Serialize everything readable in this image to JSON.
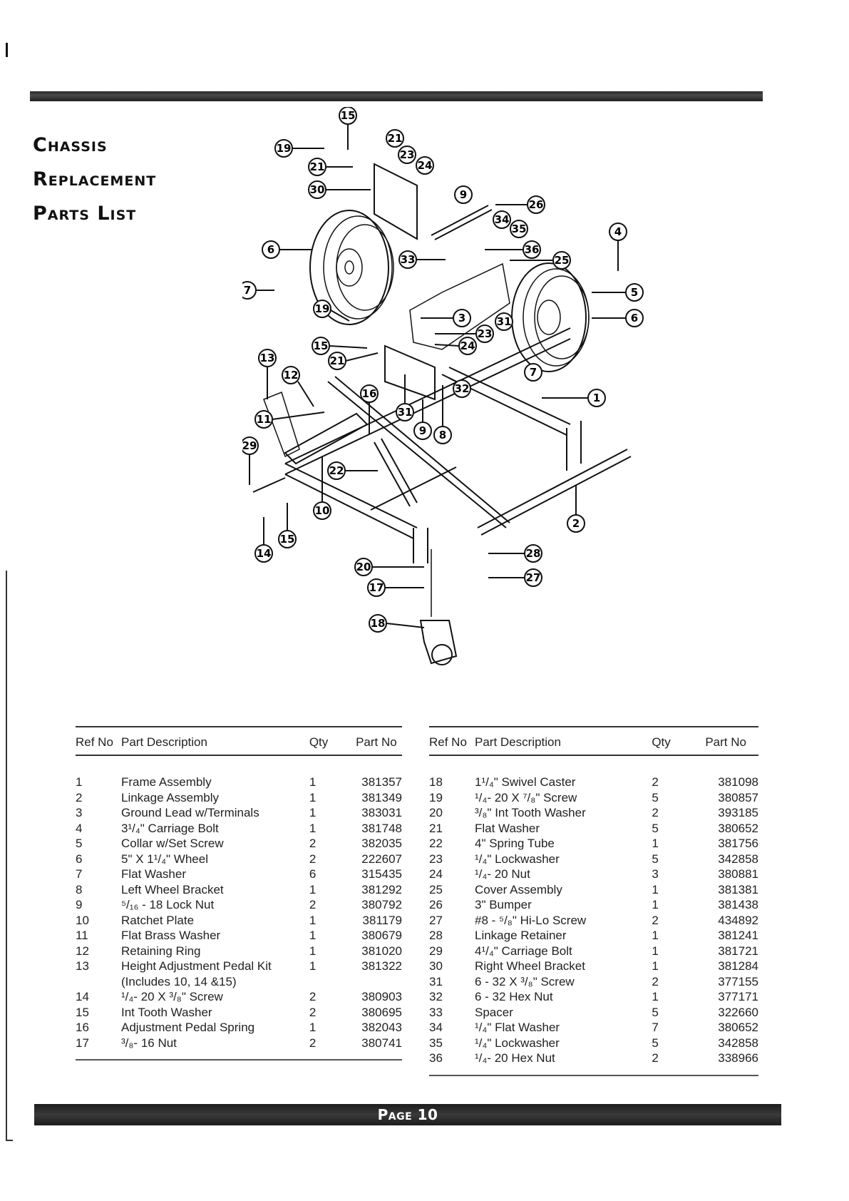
{
  "title": {
    "line1": "Chassis",
    "line2": "Replacement",
    "line3": "Parts List"
  },
  "table": {
    "headers": {
      "ref": "Ref No",
      "desc": "Part Description",
      "qty": "Qty",
      "part": "Part No"
    },
    "left_rows": [
      {
        "ref": "1",
        "desc": "Frame Assembly",
        "qty": "1",
        "part": "381357"
      },
      {
        "ref": "2",
        "desc": "Linkage Assembly",
        "qty": "1",
        "part": "381349"
      },
      {
        "ref": "3",
        "desc": "Ground Lead w/Terminals",
        "qty": "1",
        "part": "383031"
      },
      {
        "ref": "4",
        "desc": "3¹/₄\" Carriage Bolt",
        "qty": "1",
        "part": "381748"
      },
      {
        "ref": "5",
        "desc": "Collar w/Set Screw",
        "qty": "2",
        "part": "382035"
      },
      {
        "ref": "6",
        "desc": "5\" X 1¹/₄\" Wheel",
        "qty": "2",
        "part": "222607"
      },
      {
        "ref": "7",
        "desc": "Flat Washer",
        "qty": "6",
        "part": "315435"
      },
      {
        "ref": "8",
        "desc": "Left Wheel Bracket",
        "qty": "1",
        "part": "381292"
      },
      {
        "ref": "9",
        "desc": "⁵/₁₆ - 18 Lock Nut",
        "qty": "2",
        "part": "380792"
      },
      {
        "ref": "10",
        "desc": "Ratchet Plate",
        "qty": "1",
        "part": "381179"
      },
      {
        "ref": "11",
        "desc": "Flat Brass Washer",
        "qty": "1",
        "part": "380679"
      },
      {
        "ref": "12",
        "desc": "Retaining Ring",
        "qty": "1",
        "part": "381020"
      },
      {
        "ref": "13",
        "desc": "Height Adjustment Pedal Kit",
        "qty": "1",
        "part": "381322"
      },
      {
        "ref": "",
        "desc": "(Includes 10, 14 &15)",
        "qty": "",
        "part": ""
      },
      {
        "ref": "14",
        "desc": "¹/₄- 20 X ³/₈\" Screw",
        "qty": "2",
        "part": "380903"
      },
      {
        "ref": "15",
        "desc": "Int Tooth Washer",
        "qty": "2",
        "part": "380695"
      },
      {
        "ref": "16",
        "desc": "Adjustment Pedal Spring",
        "qty": "1",
        "part": "382043"
      },
      {
        "ref": "17",
        "desc": "³/₈- 16 Nut",
        "qty": "2",
        "part": "380741"
      }
    ],
    "right_rows": [
      {
        "ref": "18",
        "desc": "1¹/₄\" Swivel Caster",
        "qty": "2",
        "part": "381098"
      },
      {
        "ref": "19",
        "desc": "¹/₄- 20 X ⁷/₈\" Screw",
        "qty": "5",
        "part": "380857"
      },
      {
        "ref": "20",
        "desc": "³/₈\" Int Tooth Washer",
        "qty": "2",
        "part": "393185"
      },
      {
        "ref": "21",
        "desc": "Flat Washer",
        "qty": "5",
        "part": "380652"
      },
      {
        "ref": "22",
        "desc": "4\" Spring Tube",
        "qty": "1",
        "part": "381756"
      },
      {
        "ref": "23",
        "desc": "¹/₄\" Lockwasher",
        "qty": "5",
        "part": "342858"
      },
      {
        "ref": "24",
        "desc": "¹/₄- 20 Nut",
        "qty": "3",
        "part": "380881"
      },
      {
        "ref": "25",
        "desc": "Cover Assembly",
        "qty": "1",
        "part": "381381"
      },
      {
        "ref": "26",
        "desc": "3\" Bumper",
        "qty": "1",
        "part": "381438"
      },
      {
        "ref": "27",
        "desc": "#8 - ⁵/₈\" Hi-Lo Screw",
        "qty": "2",
        "part": "434892"
      },
      {
        "ref": "28",
        "desc": "Linkage Retainer",
        "qty": "1",
        "part": "381241"
      },
      {
        "ref": "29",
        "desc": "4¹/₄\" Carriage Bolt",
        "qty": "1",
        "part": "381721"
      },
      {
        "ref": "30",
        "desc": "Right Wheel Bracket",
        "qty": "1",
        "part": "381284"
      },
      {
        "ref": "31",
        "desc": "6 - 32 X ³/₈\" Screw",
        "qty": "2",
        "part": "377155"
      },
      {
        "ref": "32",
        "desc": "6 - 32 Hex Nut",
        "qty": "1",
        "part": "377171"
      },
      {
        "ref": "33",
        "desc": "Spacer",
        "qty": "5",
        "part": "322660"
      },
      {
        "ref": "34",
        "desc": "¹/₄\" Flat Washer",
        "qty": "7",
        "part": "380652"
      },
      {
        "ref": "35",
        "desc": "¹/₄\" Lockwasher",
        "qty": "5",
        "part": "342858"
      },
      {
        "ref": "36",
        "desc": "¹/₄- 20 Hex Nut",
        "qty": "2",
        "part": "338966"
      }
    ]
  },
  "callouts": [
    "15",
    "19",
    "21",
    "23",
    "24",
    "21",
    "30",
    "9",
    "26",
    "34",
    "35",
    "36",
    "25",
    "4",
    "5",
    "6",
    "33",
    "6",
    "7",
    "19",
    "3",
    "31",
    "23",
    "24",
    "15",
    "21",
    "7",
    "13",
    "12",
    "16",
    "32",
    "1",
    "11",
    "31",
    "9",
    "8",
    "29",
    "22",
    "10",
    "2",
    "15",
    "14",
    "28",
    "20",
    "27",
    "17",
    "18"
  ],
  "page": {
    "label": "Page 10"
  },
  "colors": {
    "rule": "#2a2a2a",
    "text": "#1a1a1a",
    "background": "#ffffff"
  }
}
